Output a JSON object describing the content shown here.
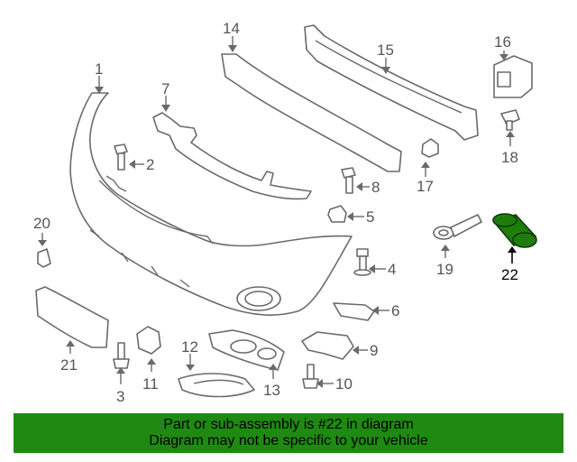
{
  "callouts": [
    "1",
    "2",
    "3",
    "4",
    "5",
    "6",
    "7",
    "8",
    "9",
    "10",
    "11",
    "12",
    "13",
    "14",
    "15",
    "16",
    "17",
    "18",
    "19",
    "20",
    "21",
    "22"
  ],
  "highlighted_part": "22",
  "highlight_color": "#1e7d0a",
  "banner": {
    "line1": "Part or sub-assembly is #22 in diagram",
    "line2": "Diagram may not be specific to your vehicle",
    "background": "#1f8a12"
  }
}
